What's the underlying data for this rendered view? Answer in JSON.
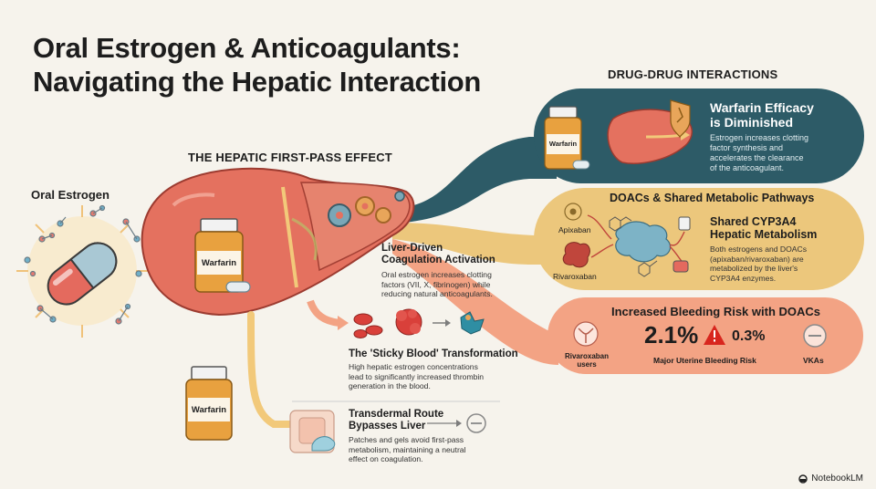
{
  "title": {
    "line1": "Oral Estrogen & Anticoagulants:",
    "line2": "Navigating the Hepatic Interaction"
  },
  "first_pass": {
    "heading": "THE HEPATIC FIRST-PASS EFFECT",
    "oral_estrogen_label": "Oral Estrogen",
    "liver_bottle_label": "Warfarin",
    "bottom_bottle_label": "Warfarin",
    "liver_activation": {
      "title_line1": "Liver-Driven",
      "title_line2": "Coagulation Activation",
      "text": [
        "Oral estrogen increases clotting",
        "factors (VII, X, fibrinogen) while",
        "reducing natural anticoagulants."
      ]
    },
    "sticky_blood": {
      "title": "The 'Sticky Blood' Transformation",
      "text": [
        "High hepatic estrogen concentrations",
        "lead to significantly increased thrombin",
        "generation in the blood."
      ]
    },
    "transdermal": {
      "title_line1": "Transdermal Route",
      "title_line2": "Bypasses Liver",
      "text": [
        "Patches and gels avoid first-pass",
        "metabolism, maintaining a neutral",
        "effect on coagulation."
      ]
    }
  },
  "ddi": {
    "heading": "DRUG-DRUG INTERACTIONS",
    "warfarin_panel": {
      "bottle_label": "Warfarin",
      "title_line1": "Warfarin Efficacy",
      "title_line2": "is Diminished",
      "text": [
        "Estrogen increases clotting",
        "factor synthesis and",
        "accelerates the clearance",
        "of the anticoagulant."
      ],
      "color": "#2d5b67"
    },
    "doac_panel": {
      "heading": "DOACs & Shared Metabolic Pathways",
      "drug1": "Apixaban",
      "drug2": "Rivaroxaban",
      "title_line1": "Shared CYP3A4",
      "title_line2": "Hepatic Metabolism",
      "text": [
        "Both estrogens and DOACs",
        "(apixaban/rivaroxaban) are",
        "metabolized by the liver's",
        "CYP3A4 enzymes."
      ],
      "color": "#ecc77c"
    },
    "bleeding_panel": {
      "heading": "Increased Bleeding Risk with DOACs",
      "left_value": "2.1%",
      "right_value": "0.3%",
      "left_label_line1": "Rivaroxaban",
      "left_label_line2": "users",
      "center_label": "Major Uterine Bleeding Risk",
      "right_label": "VKAs",
      "color": "#f3a384"
    }
  },
  "watermark": "NotebookLM"
}
